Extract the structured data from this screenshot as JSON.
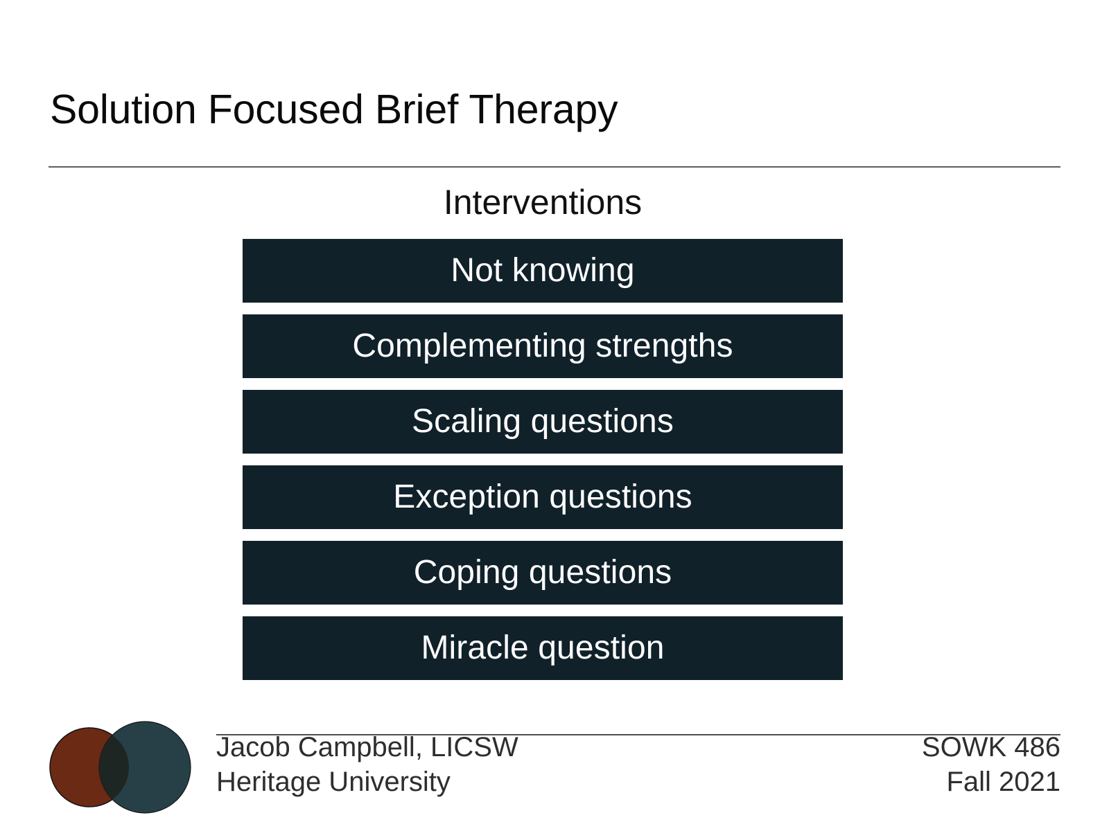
{
  "slide": {
    "title": "Solution Focused Brief Therapy",
    "section_heading": "Interventions",
    "bars": [
      {
        "label": "Not knowing"
      },
      {
        "label": "Complementing strengths"
      },
      {
        "label": "Scaling questions"
      },
      {
        "label": "Exception questions"
      },
      {
        "label": "Coping questions"
      },
      {
        "label": "Miracle question"
      }
    ]
  },
  "footer": {
    "logo": {
      "icon": "two-overlapping-circles-logo",
      "left_circle_color": "#6b2a13",
      "right_circle_color": "#274047",
      "overlap_color": "#1e2623"
    },
    "presenter": "Jacob Campbell, LICSW",
    "institution": "Heritage University",
    "course": "SOWK 486",
    "term": "Fall 2021"
  },
  "colors": {
    "background": "#ffffff",
    "bar_fill": "#11212a",
    "bar_text": "#ffffff",
    "title_text": "#0a0a0a",
    "footer_text": "#2e2e2e",
    "rule": "#4d4d4d"
  }
}
